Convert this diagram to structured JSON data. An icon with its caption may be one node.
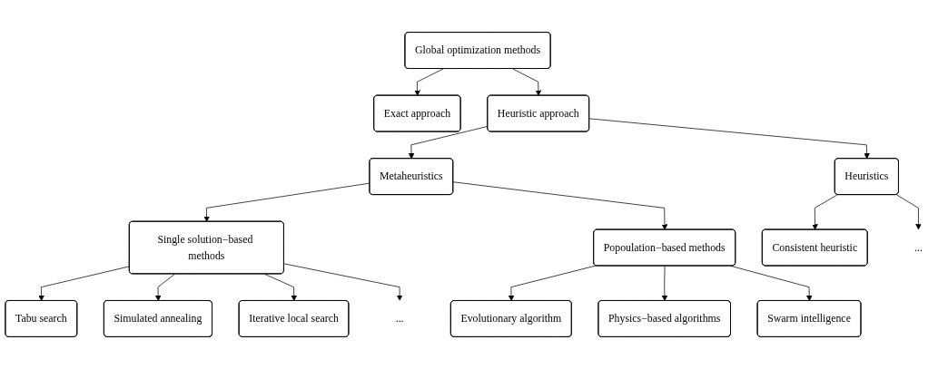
{
  "diagram": {
    "nodes": [
      {
        "text": [
          "Global optimization methods"
        ]
      },
      {
        "text": [
          "Exact approach"
        ]
      },
      {
        "text": [
          "Heuristic approach"
        ]
      },
      {
        "text": [
          "Metaheuristics"
        ]
      },
      {
        "text": [
          "Heuristics"
        ]
      },
      {
        "text": [
          "Single solution−based methods"
        ]
      },
      {
        "text": [
          "Popoulation−based methods"
        ]
      },
      {
        "text": [
          "Consistent heuristic"
        ]
      },
      {
        "text": [
          "..."
        ]
      },
      {
        "text": [
          "Tabu search"
        ]
      },
      {
        "text": [
          "Simulated annealing"
        ]
      },
      {
        "text": [
          "Iterative local search"
        ]
      },
      {
        "text": [
          "..."
        ]
      },
      {
        "text": [
          "Evolutionary algorithm"
        ]
      },
      {
        "text": [
          "Physics−based algorithms"
        ]
      },
      {
        "text": [
          "Swarm intelligence"
        ]
      }
    ],
    "edges": [
      {
        "from": 0,
        "to": 1,
        "arrow": "to"
      },
      {
        "from": 0,
        "to": 2,
        "arrow": "to"
      },
      {
        "from": 2,
        "to": 3,
        "arrow": "to"
      },
      {
        "from": 2,
        "to": 4,
        "arrow": "to"
      },
      {
        "from": 3,
        "to": 5,
        "arrow": "to"
      },
      {
        "from": 3,
        "to": 6,
        "arrow": "to"
      },
      {
        "from": 4,
        "to": 7,
        "arrow": "to"
      },
      {
        "from": 4,
        "to": 8,
        "arrow": "to"
      },
      {
        "from": 5,
        "to": 9,
        "arrow": "to"
      },
      {
        "from": 5,
        "to": 10,
        "arrow": "to"
      },
      {
        "from": 5,
        "to": 11,
        "arrow": "to"
      },
      {
        "from": 5,
        "to": 12,
        "arrow": "to"
      },
      {
        "from": 6,
        "to": 13,
        "arrow": "to"
      },
      {
        "from": 6,
        "to": 14,
        "arrow": "to"
      },
      {
        "from": 6,
        "to": 15,
        "arrow": "to"
      }
    ]
  }
}
